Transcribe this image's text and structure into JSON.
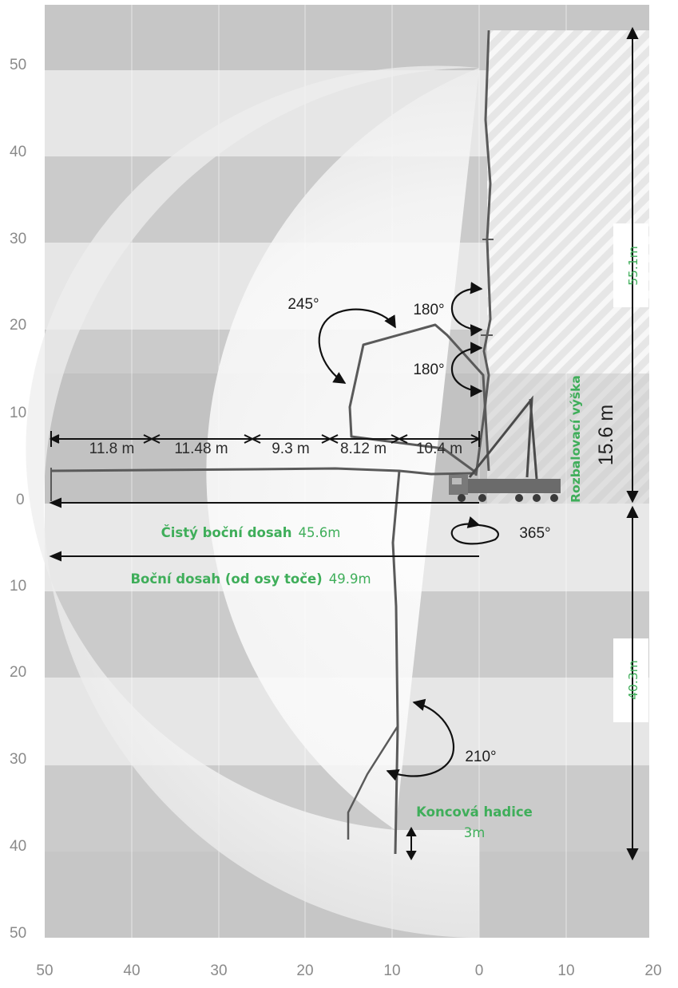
{
  "axes": {
    "y_ticks": [
      "50",
      "40",
      "30",
      "20",
      "10",
      "0",
      "10",
      "20",
      "30",
      "40",
      "50"
    ],
    "x_ticks": [
      "50",
      "40",
      "30",
      "20",
      "10",
      "0",
      "10",
      "20"
    ]
  },
  "horizontal_dimensions": [
    "11.8 m",
    "11.48 m",
    "9.3 m",
    "8.12 m",
    "10.4 m"
  ],
  "angles": {
    "a245": "245°",
    "a180_top": "180°",
    "a180_bottom": "180°",
    "a365": "365°",
    "a210": "210°"
  },
  "reach": {
    "net_label": "Čistý boční dosah",
    "net_value": "45.6m",
    "side_label": "Boční dosah (od osy toče)",
    "side_value": "49.9m"
  },
  "hose": {
    "label": "Koncová hadice",
    "value": "3m"
  },
  "heights": {
    "vertical_reach": "55.1m",
    "depth_reach": "40.3m",
    "unfold_label": "Rozbalovací výška",
    "unfold_value": "15.6 m"
  },
  "colors": {
    "accent_green": "#3fae5a",
    "boom": "#555555",
    "band_dark": "#c9c9c9",
    "band_light": "#e4e4e4"
  }
}
